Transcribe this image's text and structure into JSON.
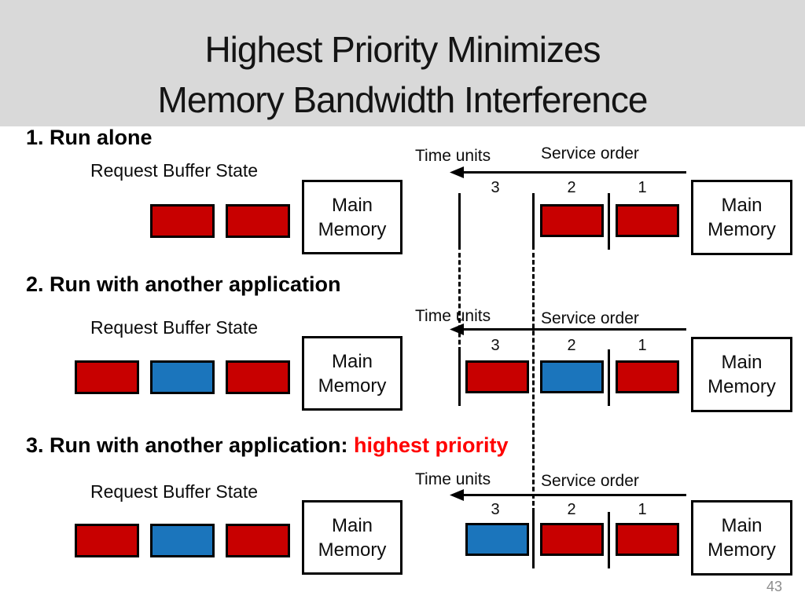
{
  "title": {
    "line1": "Highest Priority Minimizes",
    "line2": "Memory Bandwidth Interference"
  },
  "labels": {
    "request_buffer": "Request Buffer State",
    "time_units": "Time units",
    "service_order": "Service order",
    "main_memory": [
      "Main",
      "Memory"
    ],
    "slot_numbers": [
      "3",
      "2",
      "1"
    ]
  },
  "colors": {
    "request_app_red": "#C80000",
    "request_app_blue": "#1B75BC",
    "highlight_text": "#FF0000",
    "title_band": "#D9D9D9",
    "page_number": "#8C8C8C"
  },
  "sections": [
    {
      "heading": "1. Run alone",
      "heading_highlight": "",
      "request_buffer": [
        null,
        "red",
        "red"
      ],
      "service_slots": [
        null,
        "red",
        "red"
      ]
    },
    {
      "heading": "2. Run with another application",
      "heading_highlight": "",
      "request_buffer": [
        "red",
        "blue",
        "red"
      ],
      "service_slots": [
        "red",
        "blue",
        "red"
      ]
    },
    {
      "heading": "3. Run with another application: ",
      "heading_highlight": "highest priority",
      "request_buffer": [
        "red",
        "blue",
        "red"
      ],
      "service_slots": [
        "blue",
        "red",
        "red"
      ]
    }
  ],
  "page_number": "43"
}
